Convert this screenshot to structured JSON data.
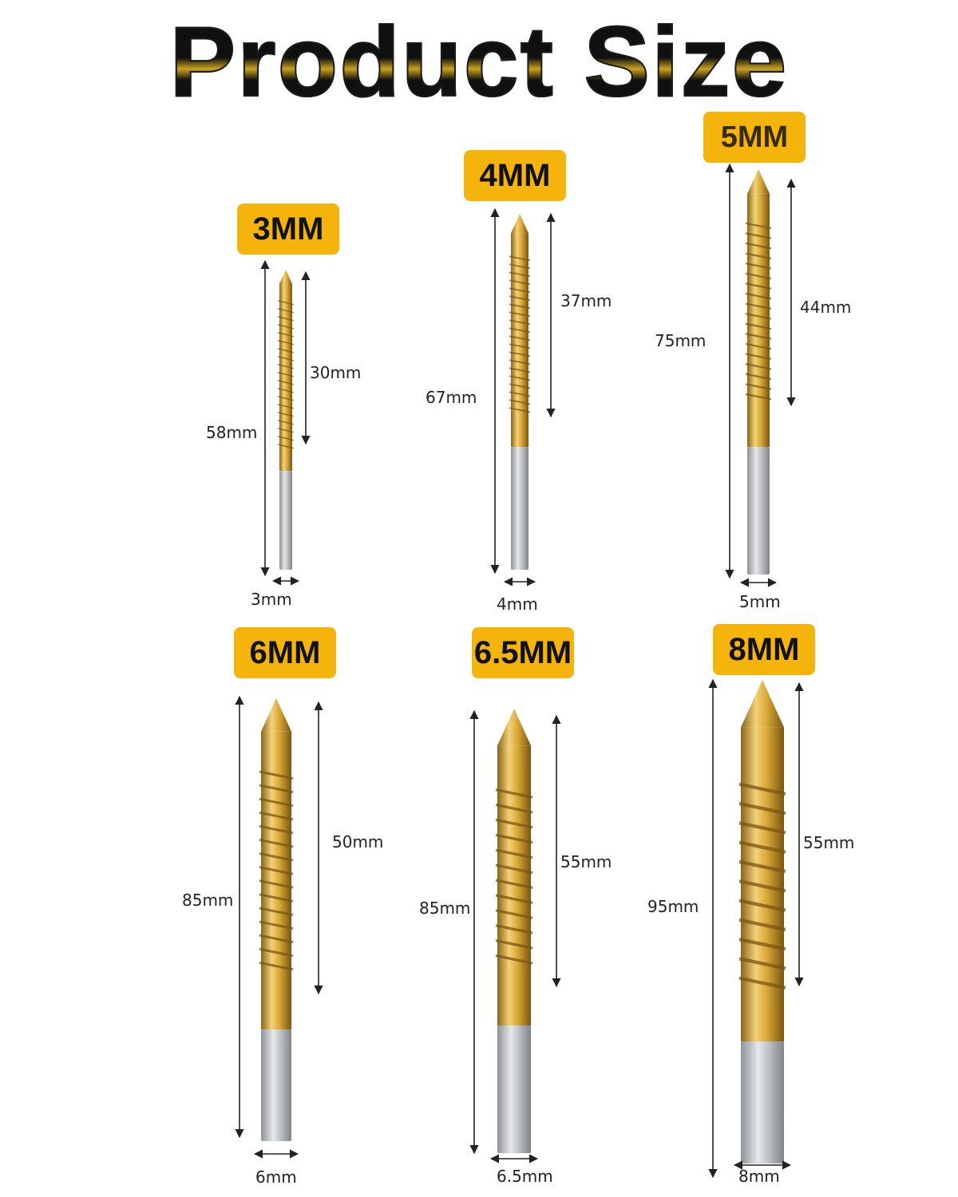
{
  "title": "Product Size",
  "colors": {
    "badge": "#f5b40b",
    "gold": "#d9a836",
    "shank": "#b9bcc0",
    "text": "#222222"
  },
  "bits": [
    {
      "size_label": "3MM",
      "total_length": "58mm",
      "flute_length": "30mm",
      "diameter": "3mm"
    },
    {
      "size_label": "4MM",
      "total_length": "67mm",
      "flute_length": "37mm",
      "diameter": "4mm"
    },
    {
      "size_label": "5MM",
      "total_length": "75mm",
      "flute_length": "44mm",
      "diameter": "5mm"
    },
    {
      "size_label": "6MM",
      "total_length": "85mm",
      "flute_length": "50mm",
      "diameter": "6mm"
    },
    {
      "size_label": "6.5MM",
      "total_length": "85mm",
      "flute_length": "55mm",
      "diameter": "6.5mm"
    },
    {
      "size_label": "8MM",
      "total_length": "95mm",
      "flute_length": "55mm",
      "diameter": "8mm"
    }
  ]
}
